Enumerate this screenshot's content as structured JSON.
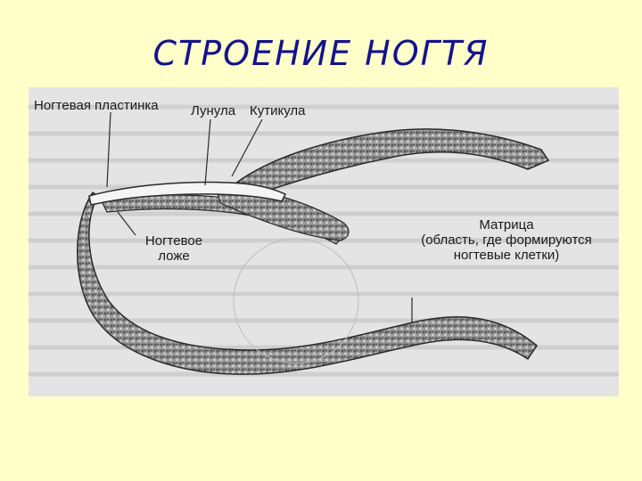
{
  "title": "СТРОЕНИЕ НОГТЯ",
  "figure": {
    "labels": {
      "nail_plate": "Ногтевая пластинка",
      "lunula": "Лунула",
      "cuticle": "Кутикула",
      "nail_bed_line1": "Ногтевое",
      "nail_bed_line2": "ложе",
      "matrix_line1": "Матрица",
      "matrix_line2": "(область, где формируются",
      "matrix_line3": "ногтевые клетки)"
    }
  },
  "colors": {
    "background": "#FFFFC9",
    "title": "#13138F",
    "figure_bg": "#E4E4E4",
    "tissue": "#8A8A8A",
    "outline": "#2A2A2A"
  }
}
